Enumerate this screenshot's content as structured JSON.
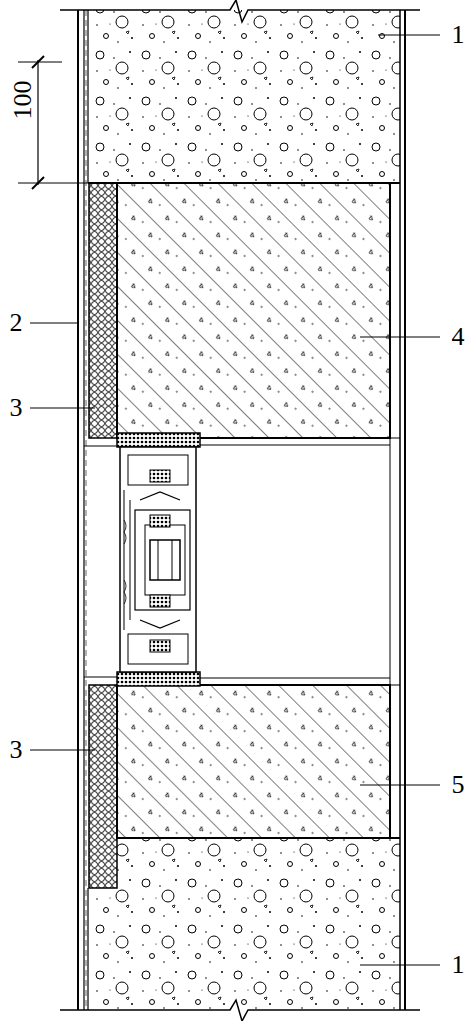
{
  "diagram": {
    "labels": [
      "100",
      "1",
      "2",
      "3",
      "4",
      "3",
      "5",
      "1"
    ]
  }
}
